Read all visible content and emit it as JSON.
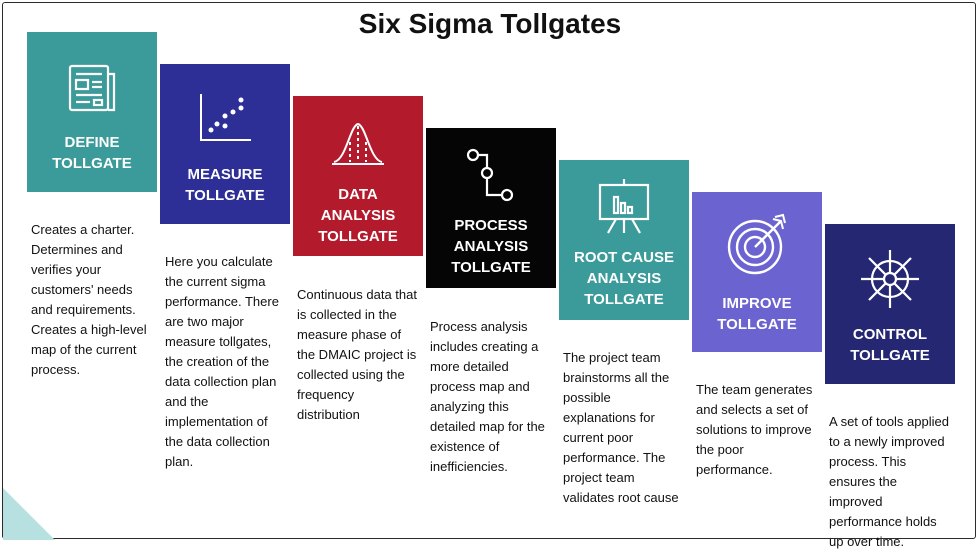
{
  "title": "Six Sigma Tollgates",
  "colors": {
    "define": "#3b9b9a",
    "measure": "#2e2f96",
    "data": "#b31b2c",
    "process": "#050505",
    "root": "#3b9b9a",
    "improve": "#6b63cf",
    "control": "#262773"
  },
  "steps": [
    {
      "icon": "document-icon",
      "label_line1": "DEFINE",
      "label_line2": "TOLLGATE",
      "description": "Creates a charter. Determines and verifies your customers' needs and requirements. Creates a high-level map of the current process."
    },
    {
      "icon": "scatter-plot-icon",
      "label_line1": "MEASURE",
      "label_line2": "TOLLGATE",
      "description": "Here you calculate the current sigma performance. There are two major measure tollgates, the creation of the data collection plan and the implementation of the data collection plan."
    },
    {
      "icon": "bell-curve-icon",
      "label_line1": "DATA",
      "label_line2": "ANALYSIS",
      "label_line3": "TOLLGATE",
      "description": "Continuous data that is collected in the measure phase of the DMAIC project is collected using the frequency distribution"
    },
    {
      "icon": "process-path-icon",
      "label_line1": "PROCESS",
      "label_line2": "ANALYSIS",
      "label_line3": "TOLLGATE",
      "description": "Process analysis includes creating a more detailed process map and analyzing this detailed map for the existence of inefficiencies."
    },
    {
      "icon": "presentation-board-icon",
      "label_line1": "ROOT CAUSE",
      "label_line2": "ANALYSIS",
      "label_line3": "TOLLGATE",
      "description": "The project team brainstorms all the possible explanations for current poor performance. The project team validates root cause"
    },
    {
      "icon": "target-arrow-icon",
      "label_line1": "IMPROVE",
      "label_line2": "TOLLGATE",
      "description": "The team generates and selects a set of solutions to improve the poor performance."
    },
    {
      "icon": "ship-wheel-icon",
      "label_line1": "CONTROL",
      "label_line2": "TOLLGATE",
      "description": "A set of tools applied to a newly improved process. This ensures the improved performance holds up over time."
    }
  ]
}
